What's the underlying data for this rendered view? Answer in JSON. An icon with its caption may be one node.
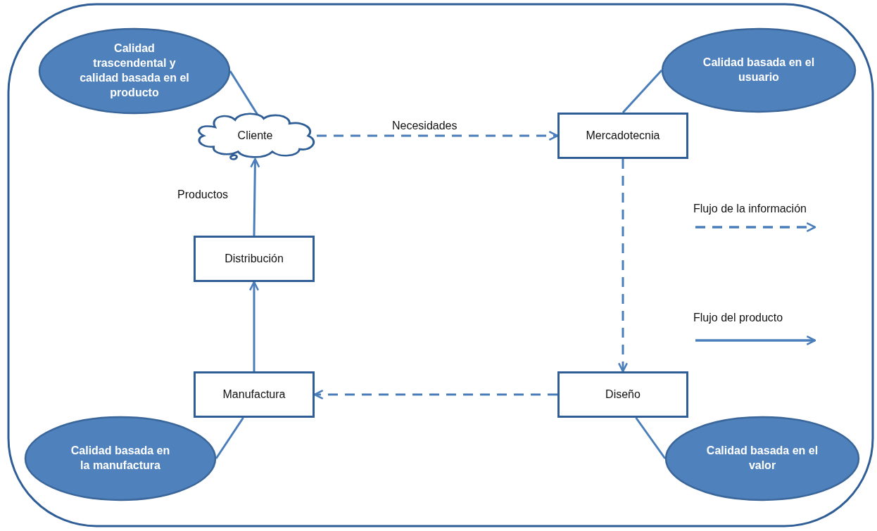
{
  "diagram": {
    "nodes": [
      {
        "text": [
          "Calidad trascendental y calidad basada en el producto"
        ]
      },
      {
        "text": [
          "Cliente"
        ]
      },
      {
        "text": [
          "Calidad basada en el usuario"
        ]
      },
      {
        "text": [
          "Mercadotecnia"
        ]
      },
      {
        "text": [
          "Distribución"
        ]
      },
      {
        "text": [
          "Manufactura"
        ]
      },
      {
        "text": [
          "Diseño"
        ]
      },
      {
        "text": [
          "Calidad basada en la manufactura"
        ]
      },
      {
        "text": [
          "Calidad basada en el valor"
        ]
      }
    ],
    "edges": [
      {
        "from": 1,
        "to": 3,
        "arrow": "to",
        "label": "Necesidades",
        "style": "dashed"
      },
      {
        "from": 3,
        "to": 6,
        "arrow": "to",
        "style": "dashed"
      },
      {
        "from": 6,
        "to": 5,
        "arrow": "to",
        "style": "dashed"
      },
      {
        "from": 5,
        "to": 4,
        "arrow": "to"
      },
      {
        "from": 4,
        "to": 1,
        "arrow": "to",
        "label": "Productos"
      },
      {
        "from": 0,
        "to": 1,
        "arrow": "none"
      },
      {
        "from": 2,
        "to": 3,
        "arrow": "none"
      },
      {
        "from": 7,
        "to": 5,
        "arrow": "none"
      },
      {
        "from": 8,
        "to": 6,
        "arrow": "none"
      }
    ],
    "legend": [
      {
        "text": "Flujo de la información"
      },
      {
        "text": "Flujo del producto"
      }
    ]
  }
}
